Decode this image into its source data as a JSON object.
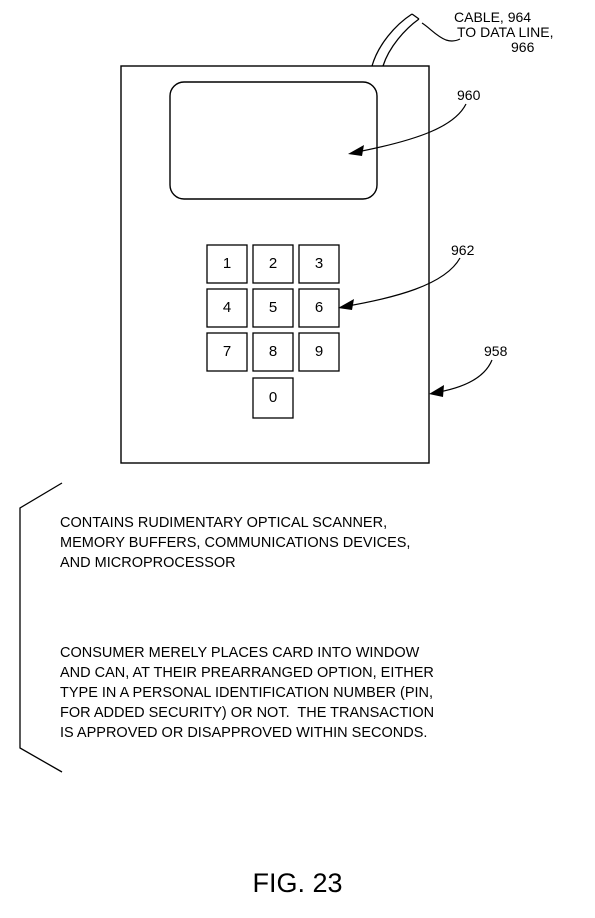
{
  "callouts": {
    "cable": [
      "CABLE, 964",
      "TO DATA LINE,",
      "966"
    ],
    "window": "960",
    "keypad": "962",
    "device": "958"
  },
  "keypad_keys": [
    "1",
    "2",
    "3",
    "4",
    "5",
    "6",
    "7",
    "8",
    "9",
    "0"
  ],
  "description": {
    "paragraph_1": [
      "CONTAINS RUDIMENTARY OPTICAL SCANNER,",
      "MEMORY BUFFERS, COMMUNICATIONS DEVICES,",
      "AND MICROPROCESSOR"
    ],
    "paragraph_2": [
      "CONSUMER MERELY PLACES CARD INTO WINDOW",
      "AND CAN, AT THEIR PREARRANGED OPTION, EITHER",
      "TYPE IN A PERSONAL IDENTIFICATION NUMBER (PIN,",
      "FOR ADDED SECURITY) OR NOT.  THE TRANSACTION",
      "IS APPROVED OR DISAPPROVED WITHIN SECONDS."
    ]
  },
  "figure_label": "FIG. 23",
  "colors": {
    "ink": "#000000",
    "paper": "#ffffff"
  }
}
